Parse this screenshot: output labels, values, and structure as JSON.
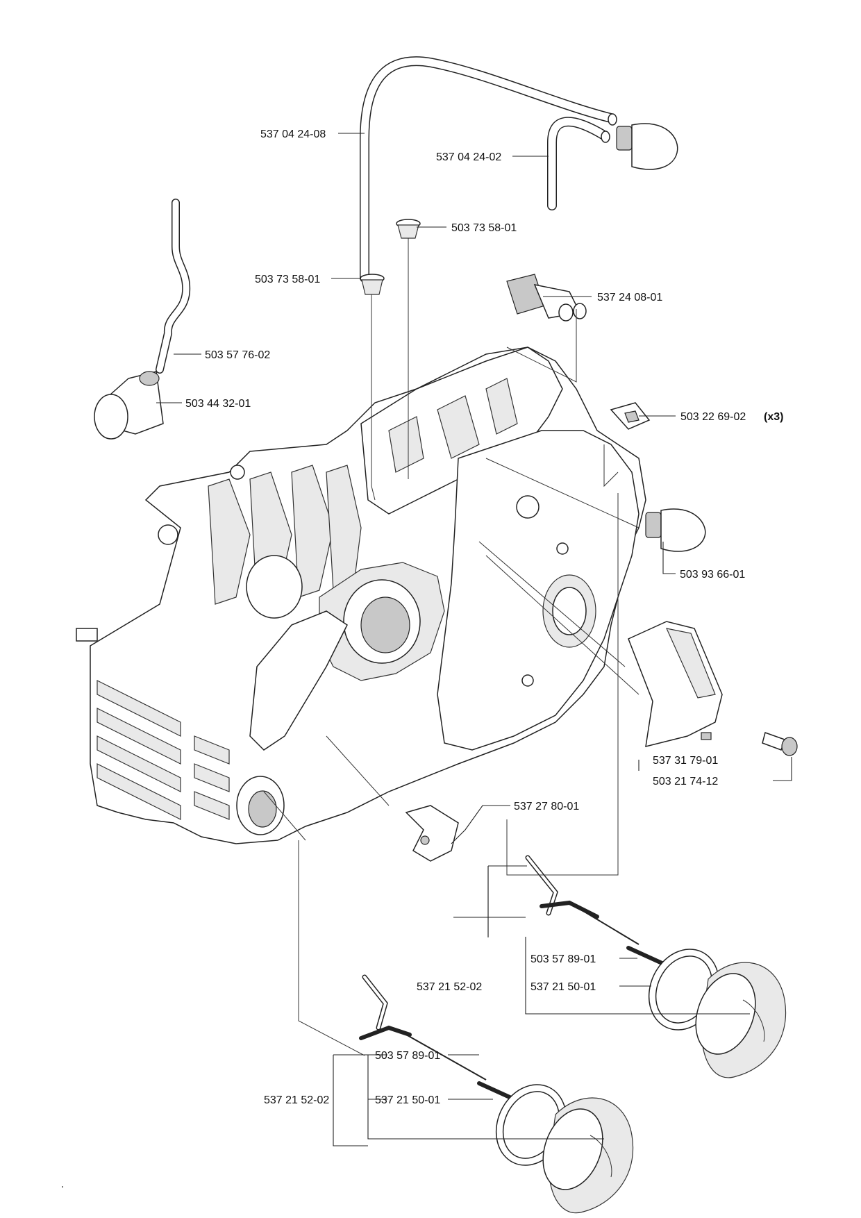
{
  "labels": {
    "hose_long": "537 04 24-08",
    "hose_short": "537 04 24-02",
    "grommet_top": "503 73 58-01",
    "grommet_left": "503 73 58-01",
    "fitting": "537 24 08-01",
    "fuel_pipe": "503 57 76-02",
    "fuel_filter": "503 44 32-01",
    "clip": "503 22 69-02",
    "clip_qty": "(x3)",
    "primer_bulb": "503 93 66-01",
    "cover": "537 31 79-01",
    "screw": "503 21 74-12",
    "bracket": "537 27 80-01",
    "cap_a_assembly": "537 21 52-02",
    "cap_a_retainer": "503 57 89-01",
    "cap_a_seal": "537 21 50-01",
    "cap_b_assembly": "537 21 52-02",
    "cap_b_retainer": "503 57 89-01",
    "cap_b_seal": "537 21 50-01",
    "page_mark": "."
  }
}
